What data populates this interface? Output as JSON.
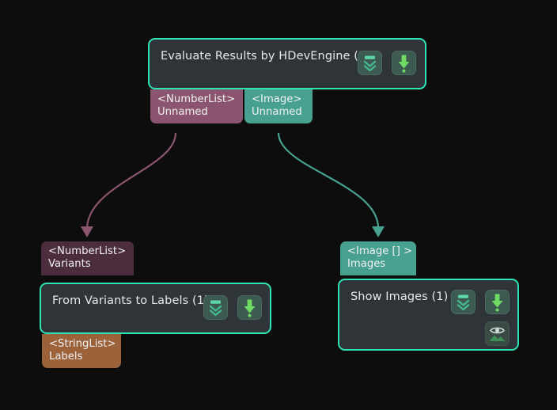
{
  "canvas": {
    "background": "#0d0d0d",
    "accent_border": "#2fe3b4",
    "node_fill": "#2f3438",
    "edge_colors": {
      "numberlist": "#8b5570",
      "image": "#47a090"
    }
  },
  "nodes": [
    {
      "id": "evaluate-results",
      "title": "Evaluate Results by HDevEngine (1)",
      "icons": [
        {
          "name": "collapse-all-icon",
          "label": "Collapse"
        },
        {
          "name": "execute-step-icon",
          "label": "Execute"
        }
      ]
    },
    {
      "id": "from-variants-to-labels",
      "title": "From Variants to Labels (1)",
      "icons": [
        {
          "name": "collapse-all-icon",
          "label": "Collapse"
        },
        {
          "name": "execute-step-icon",
          "label": "Execute"
        }
      ]
    },
    {
      "id": "show-images",
      "title": "Show Images (1)",
      "icons": [
        {
          "name": "collapse-all-icon",
          "label": "Collapse"
        },
        {
          "name": "execute-step-icon",
          "label": "Execute"
        },
        {
          "name": "image-preview-icon",
          "label": "Preview"
        }
      ]
    }
  ],
  "ports": {
    "evaluate_out_numberlist": {
      "type": "<NumberList>",
      "name": "Unnamed",
      "color": "#8b5570"
    },
    "evaluate_out_image": {
      "type": "<Image>",
      "name": "Unnamed",
      "color": "#47a090"
    },
    "variants_in": {
      "type": "<NumberList>",
      "name": "Variants",
      "color": "#4b2d3d"
    },
    "labels_out": {
      "type": "<StringList>",
      "name": "Labels",
      "color": "#9c6239"
    },
    "images_in": {
      "type": "<Image [] >",
      "name": "Images",
      "color": "#47a090"
    }
  },
  "edges": [
    {
      "name": "edge-numberlist-to-variants",
      "from": "evaluate_out_numberlist",
      "to": "variants_in",
      "color": "#8b5570"
    },
    {
      "name": "edge-image-to-images",
      "from": "evaluate_out_image",
      "to": "images_in",
      "color": "#47a090"
    }
  ]
}
